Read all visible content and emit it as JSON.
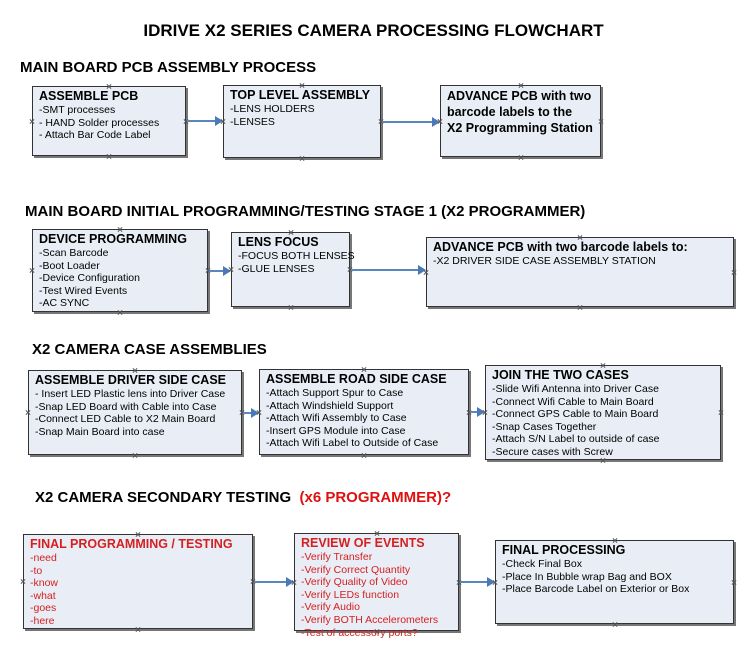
{
  "title": "IDRIVE X2  SERIES CAMERA PROCESSING FLOWCHART",
  "sections": [
    {
      "heading": "MAIN BOARD PCB ASSEMBLY PROCESS",
      "boxes": [
        {
          "title": "ASSEMBLE PCB",
          "items": [
            " -SMT processes",
            "- HAND Solder processes",
            "- Attach Bar Code Label"
          ]
        },
        {
          "title": "TOP LEVEL ASSEMBLY",
          "items": [
            "-LENS HOLDERS",
            "-LENSES"
          ]
        },
        {
          "title": "",
          "items": [
            "ADVANCE PCB with two",
            "barcode labels to the",
            " X2 Programming Station"
          ]
        }
      ]
    },
    {
      "heading": "MAIN BOARD INITIAL PROGRAMMING/TESTING STAGE 1 (X2 PROGRAMMER)",
      "boxes": [
        {
          "title": "DEVICE PROGRAMMING",
          "items": [
            "-Scan Barcode",
            "-Boot Loader",
            "-Device Configuration",
            "-Test Wired Events",
            "-AC SYNC"
          ]
        },
        {
          "title": "LENS FOCUS",
          "items": [
            "-FOCUS BOTH LENSES",
            "-GLUE LENSES"
          ]
        },
        {
          "title": "ADVANCE PCB with two barcode labels to:",
          "items": [
            "-X2 DRIVER  SIDE  CASE  ASSEMBLY STATION"
          ]
        }
      ]
    },
    {
      "heading": "X2 CAMERA CASE ASSEMBLIES",
      "boxes": [
        {
          "title": "ASSEMBLE DRIVER SIDE CASE",
          "items": [
            "- Insert LED Plastic lens into Driver Case",
            "-Snap LED Board with Cable into Case",
            "-Connect LED Cable to X2 Main Board",
            "-Snap Main Board into case"
          ]
        },
        {
          "title": "ASSEMBLE ROAD SIDE CASE",
          "items": [
            "-Attach Support Spur to Case",
            "-Attach Windshield Support",
            "-Attach Wifi Assembly to Case",
            "-Insert GPS Module into Case",
            "-Attach Wifi Label to Outside of Case"
          ]
        },
        {
          "title": "JOIN THE TWO CASES",
          "items": [
            "-Slide Wifi Antenna into Driver Case",
            "-Connect Wifi Cable to Main Board",
            "-Connect GPS Cable to Main Board",
            "-Snap Cases Together",
            "-Attach S/N Label to outside of case",
            "-Secure cases with Screw"
          ]
        }
      ]
    },
    {
      "heading": "X2 CAMERA SECONDARY TESTING",
      "heading_red": "(x6 PROGRAMMER)?",
      "boxes": [
        {
          "title": "FINAL PROGRAMMING / TESTING",
          "items": [
            "-need",
            "-to",
            "-know",
            "-what",
            "-goes",
            "-here"
          ]
        },
        {
          "title": "REVIEW OF EVENTS",
          "items": [
            "-Verify Transfer",
            "-Verify Correct Quantity",
            "-Verify Quality of Video",
            "-Verify LEDs function",
            "-Verify Audio",
            "-Verify BOTH Accelerometers",
            "-Test of accessory ports?"
          ]
        },
        {
          "title": "FINAL PROCESSING",
          "items": [
            " -Check Final Box",
            "-Place In Bubble wrap Bag and BOX",
            "-Place Barcode Label on Exterior or Box"
          ]
        }
      ]
    }
  ],
  "colors": {
    "box_fill": "#e9eef6",
    "arrow": "#4a78b8",
    "highlight_text": "#d42020"
  }
}
